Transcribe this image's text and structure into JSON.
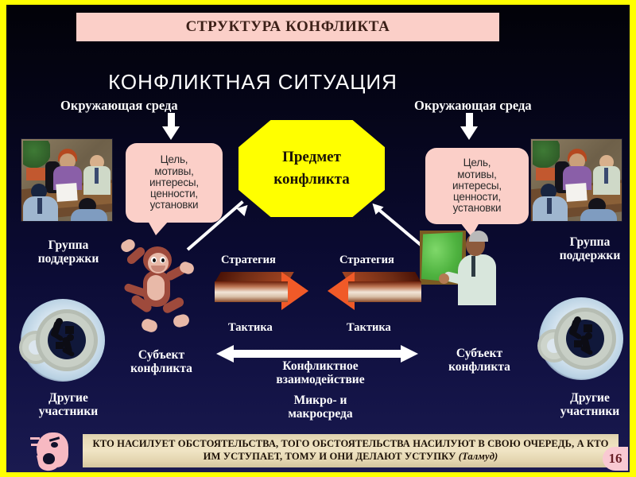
{
  "slide": {
    "title": "СТРУКТУРА КОНФЛИКТА",
    "subtitle": "КОНФЛИКТНАЯ СИТУАЦИЯ",
    "number": "16",
    "colors": {
      "border": "#ffff00",
      "background": "#0b0b33",
      "title_bar": "#fbcfc8",
      "callout": "#fbcfc8",
      "center_shape": "#ffff00",
      "text": "#ffffff",
      "quote_bar": "#e9dcb9"
    }
  },
  "environment": {
    "left_label": "Окружающая среда",
    "right_label": "Окружающая среда"
  },
  "center": {
    "subject_line1": "Предмет",
    "subject_line2": "конфликта"
  },
  "callouts": {
    "left": "Цель,\nмотивы,\nинтересы,\nценности,\nустановки",
    "right": "Цель,\nмотивы,\nинтересы,\nценности,\nустановки"
  },
  "arrows": {
    "strategy_left": "Стратегия",
    "strategy_right": "Стратегия",
    "tactic_left": "Тактика",
    "tactic_right": "Тактика"
  },
  "labels": {
    "support_group_left": "Группа\nподдержки",
    "support_group_right": "Группа\nподдержки",
    "subject_left": "Субъект\nконфликта",
    "subject_right": "Субъект\nконфликта",
    "other_participants_left": "Другие\nучастники",
    "other_participants_right": "Другие\nучастники",
    "interaction": "Конфликтное\nвзаимодействие",
    "micro_macro": "Микро- и\nмакросреда"
  },
  "quote": {
    "text": "КТО НАСИЛУЕТ ОБСТОЯТЕЛЬСТВА, ТОГО ОБСТОЯТЕЛЬСТВА НАСИЛУЮТ В СВОЮ ОЧЕРЕДЬ, А КТО ИМ УСТУПАЕТ, ТОМУ И ОНИ ДЕЛАЮТ УСТУПКУ ",
    "source": "(Талмуд)"
  },
  "icons": {
    "down_arrow_left": "down-arrow-icon",
    "down_arrow_right": "down-arrow-icon",
    "monkey": "monkey-icon",
    "teacher": "teacher-at-board-icon",
    "gear_left": "gear-people-icon",
    "gear_right": "gear-people-icon",
    "shouting_face": "shouting-face-icon",
    "photo_left": "meeting-photo",
    "photo_right": "meeting-photo"
  }
}
